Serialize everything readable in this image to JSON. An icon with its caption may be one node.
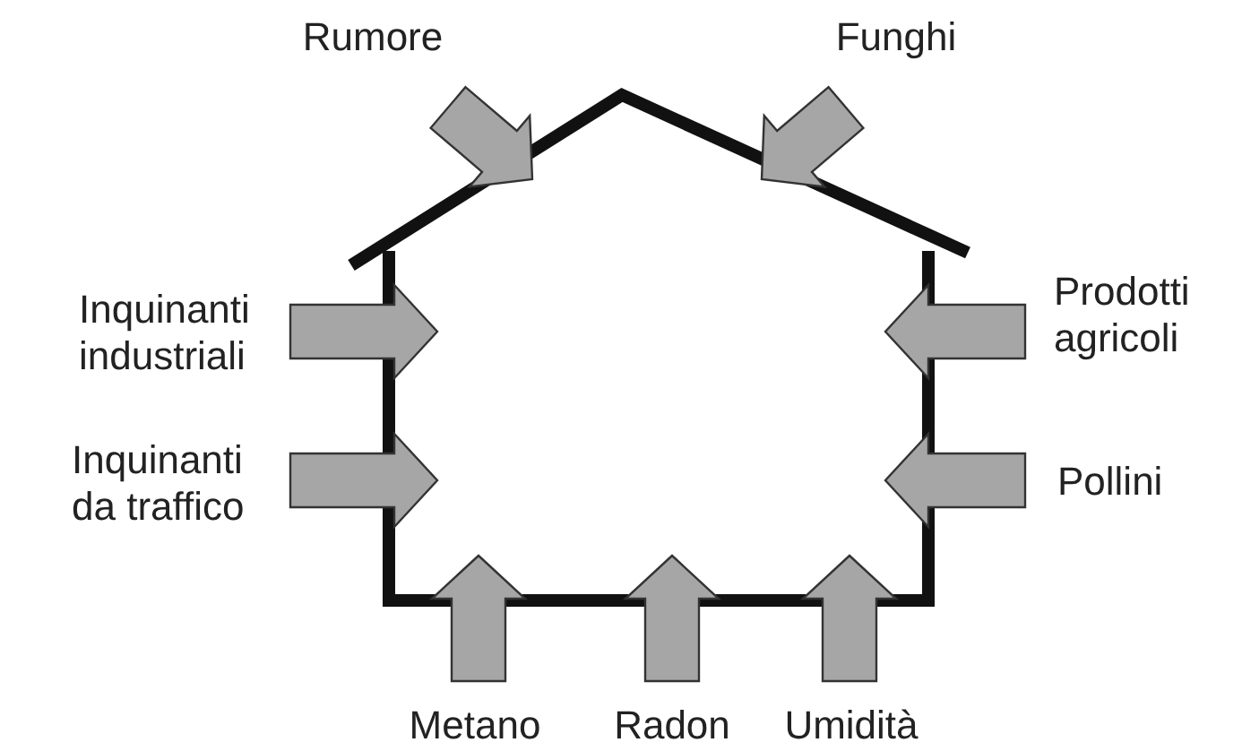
{
  "diagram": {
    "nodes": [
      {
        "text": [
          "Rumore"
        ]
      },
      {
        "text": [
          "Funghi"
        ]
      },
      {
        "text": [
          "Inquinanti industriali"
        ]
      },
      {
        "text": [
          "Prodotti agricoli"
        ]
      },
      {
        "text": [
          "Inquinanti da traffico"
        ]
      },
      {
        "text": [
          "Pollini"
        ]
      },
      {
        "text": [
          "Metano"
        ]
      },
      {
        "text": [
          "Radon"
        ]
      },
      {
        "text": [
          "Umidità"
        ]
      },
      {
        "text": [],
        "shape": "picture"
      }
    ],
    "edges": [
      {
        "from": 0,
        "to": 9,
        "arrow": "to"
      },
      {
        "from": 1,
        "to": 9,
        "arrow": "to"
      },
      {
        "from": 2,
        "to": 9,
        "arrow": "to"
      },
      {
        "from": 3,
        "to": 9,
        "arrow": "to"
      },
      {
        "from": 4,
        "to": 9,
        "arrow": "to"
      },
      {
        "from": 5,
        "to": 9,
        "arrow": "to"
      },
      {
        "from": 6,
        "to": 9,
        "arrow": "to"
      },
      {
        "from": 7,
        "to": 9,
        "arrow": "to"
      },
      {
        "from": 8,
        "to": 9,
        "arrow": "to"
      }
    ]
  }
}
